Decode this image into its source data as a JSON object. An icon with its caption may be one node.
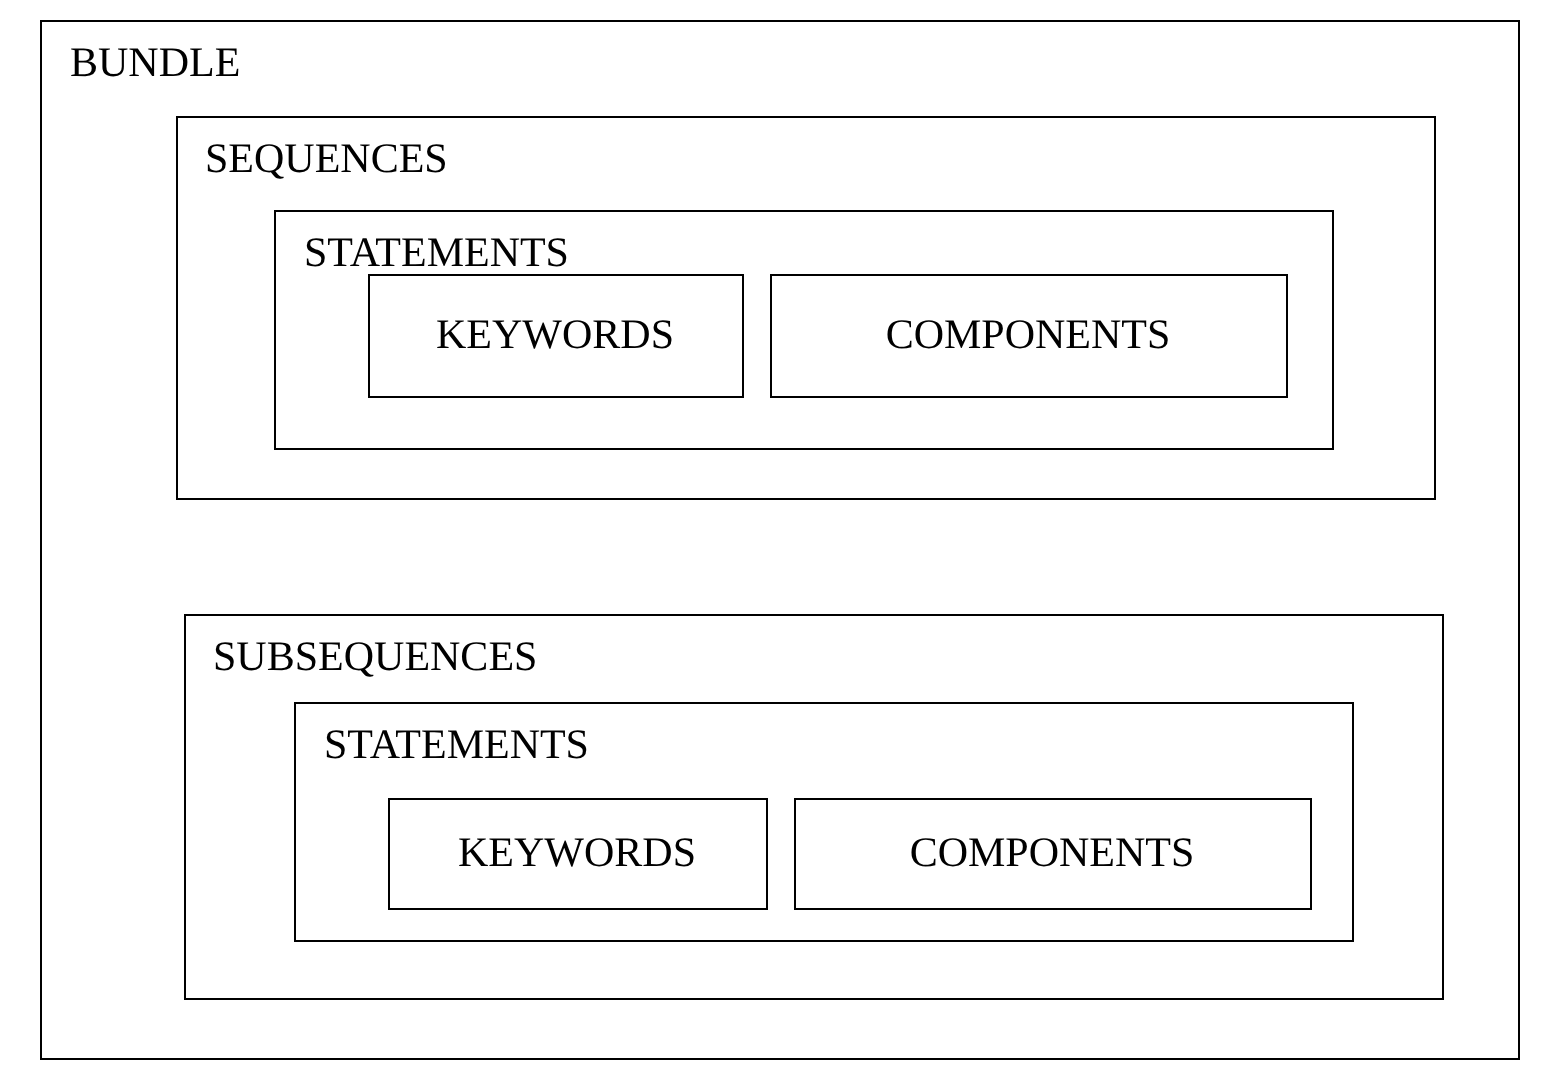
{
  "diagram": {
    "nodes": [
      {
        "text": [
          "BUNDLE"
        ]
      },
      {
        "text": [
          "SEQUENCES"
        ],
        "in": 0
      },
      {
        "text": [
          "STATEMENTS"
        ],
        "in": 1
      },
      {
        "text": [
          "KEYWORDS"
        ],
        "in": 2
      },
      {
        "text": [
          "COMPONENTS"
        ],
        "in": 2
      },
      {
        "text": [
          "SUBSEQUENCES"
        ],
        "in": 0
      },
      {
        "text": [
          "STATEMENTS"
        ],
        "in": 5
      },
      {
        "text": [
          "KEYWORDS"
        ],
        "in": 6
      },
      {
        "text": [
          "COMPONENTS"
        ],
        "in": 6
      }
    ]
  }
}
